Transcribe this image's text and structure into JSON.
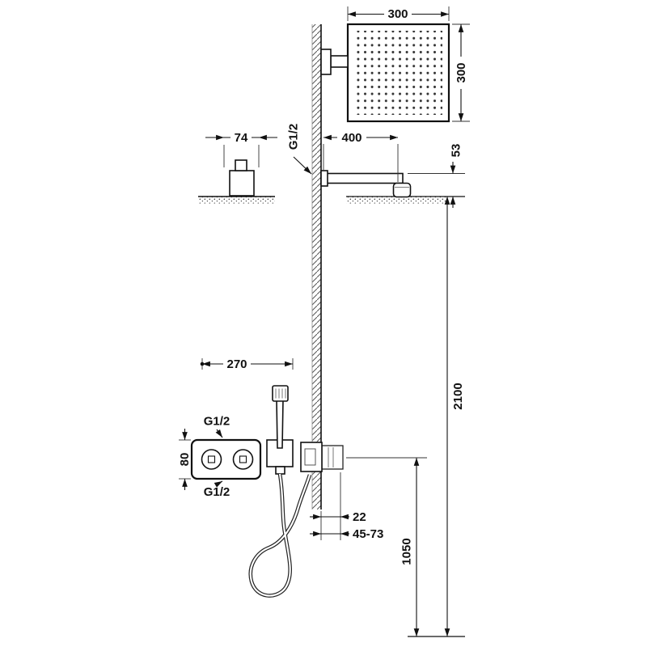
{
  "drawing": {
    "head_width": "300",
    "head_height": "300",
    "ceiling_arm_width": "74",
    "wall_arm_thread": "G1/2",
    "wall_arm_length": "400",
    "arm_drop": "53",
    "total_height": "2100",
    "mixer_offset": "270",
    "mixer_top_thread": "G1/2",
    "mixer_body_height": "80",
    "mixer_bottom_thread": "G1/2",
    "outlet_projection": "22",
    "outlet_depth_range": "45-73",
    "outlet_height": "1050"
  }
}
